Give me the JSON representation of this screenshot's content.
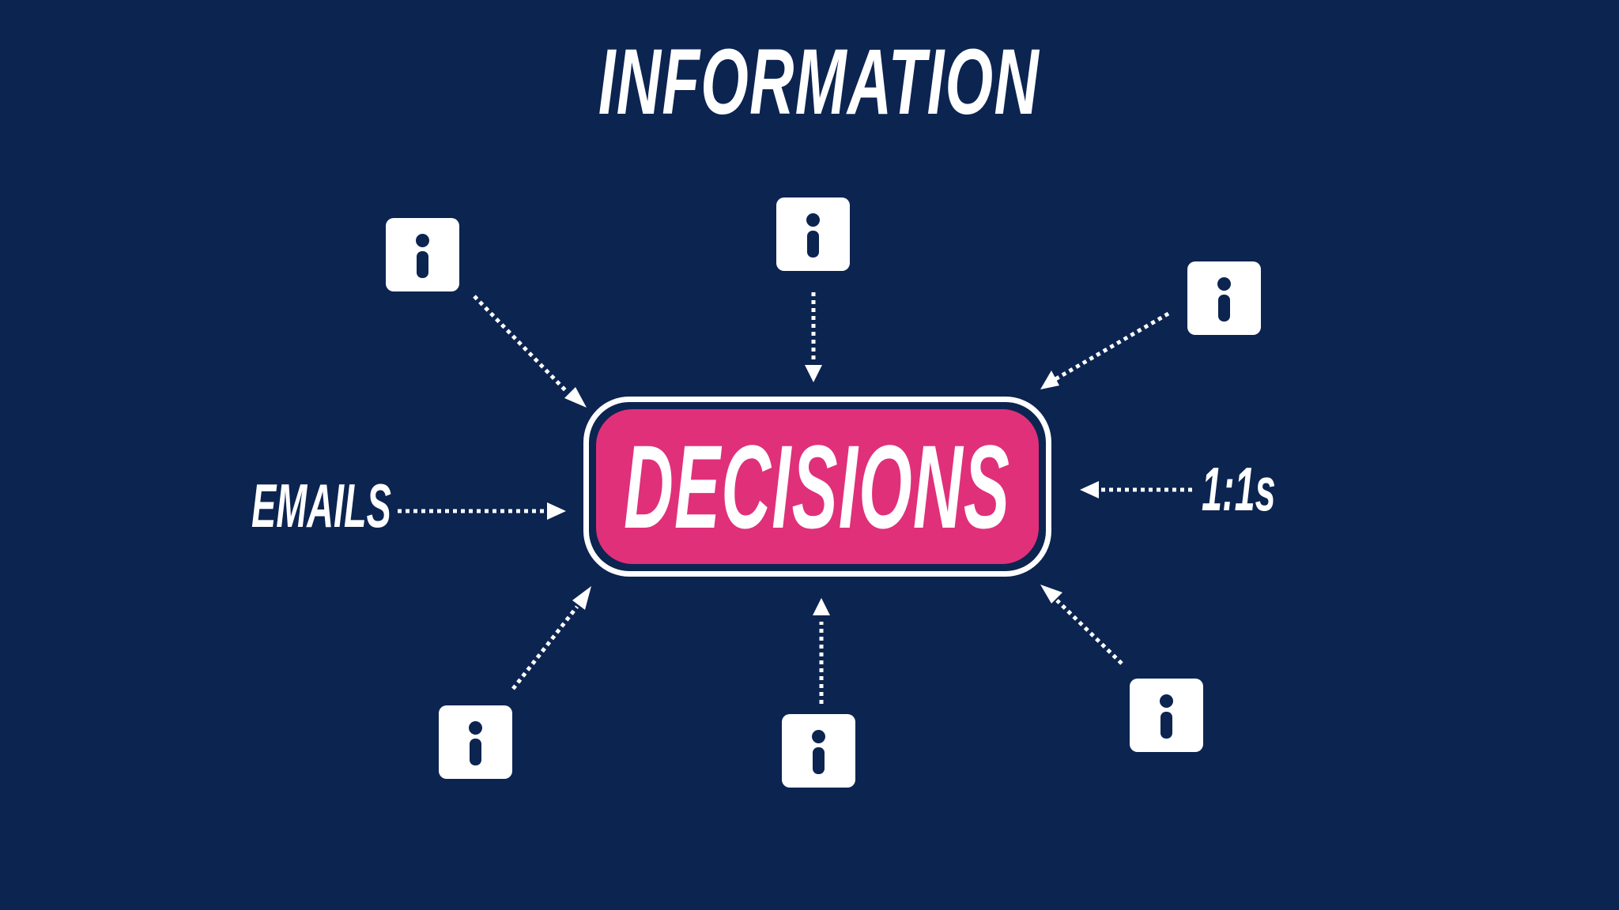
{
  "diagram": {
    "title": "INFORMATION",
    "center_label": "DECISIONS",
    "left_label": "EMAILS",
    "right_label": "1:1s",
    "info_icon_name": "info-icon",
    "colors": {
      "background": "#0c2450",
      "accent": "#e0307a",
      "foreground": "#ffffff"
    }
  }
}
